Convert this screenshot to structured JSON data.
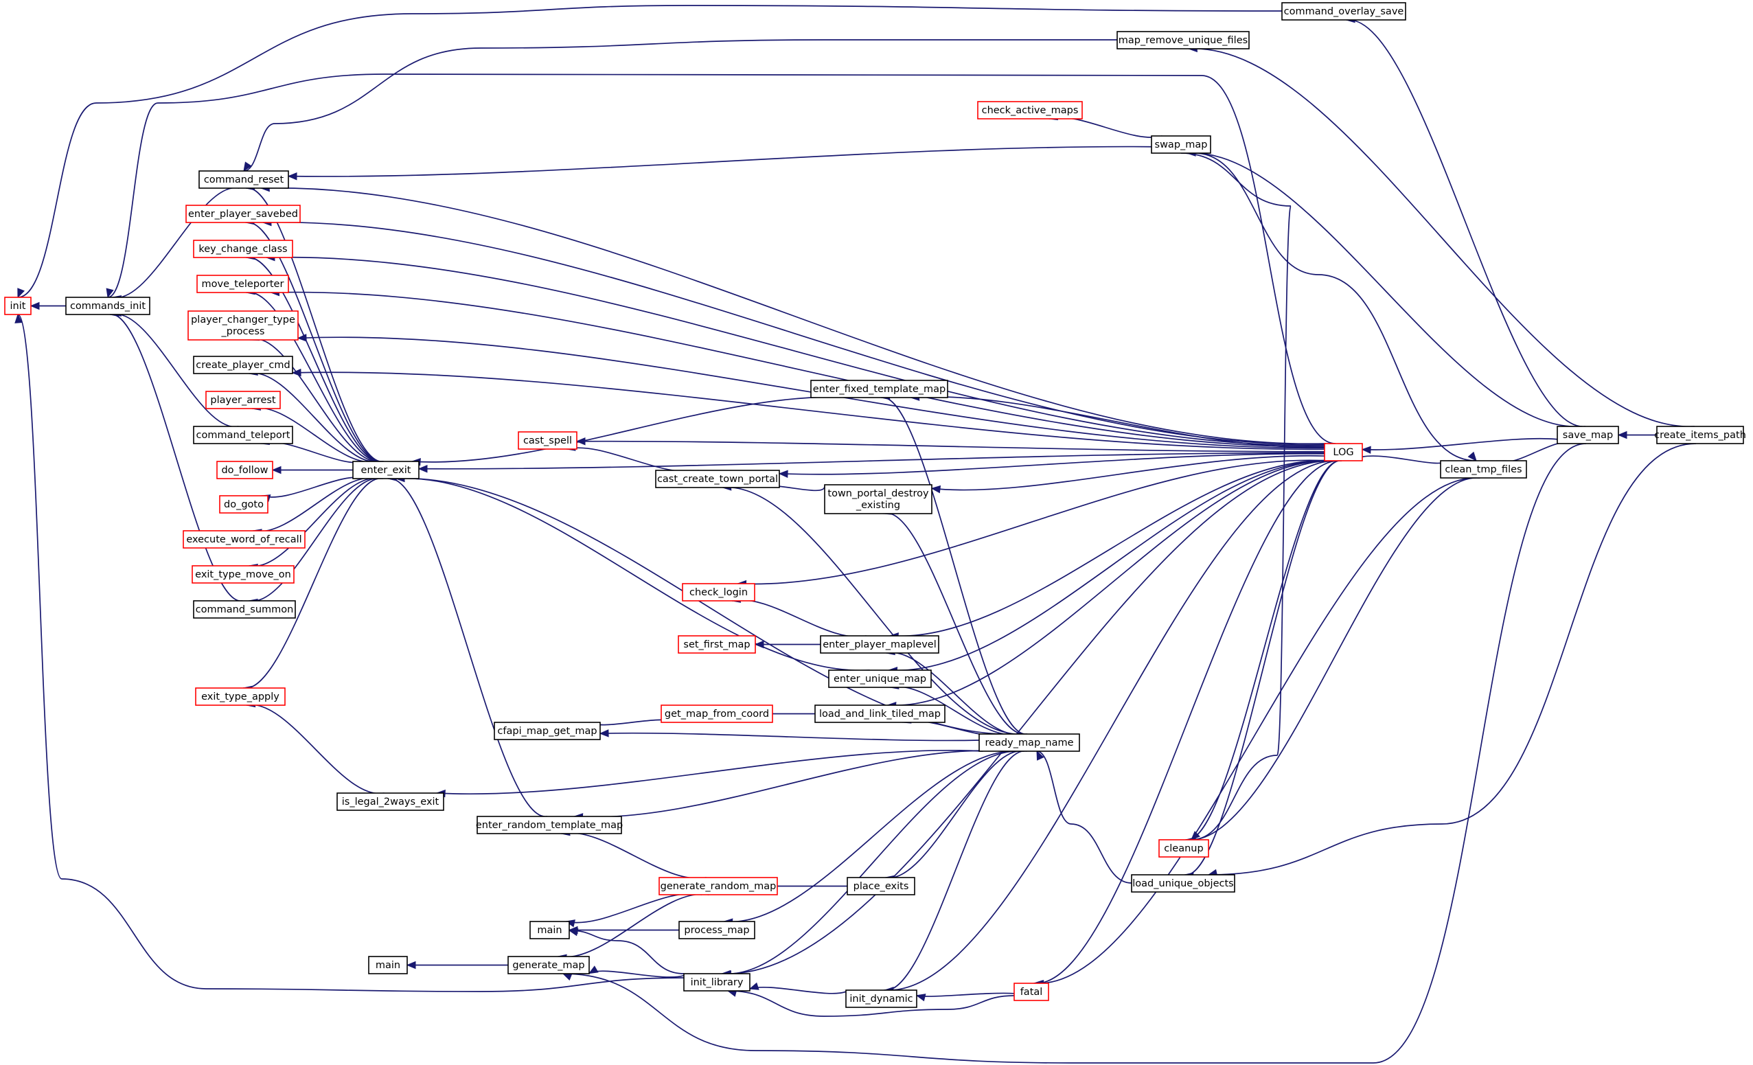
{
  "diagram": {
    "title": "",
    "colors": {
      "edge": "#191970",
      "border_default": "#000000",
      "border_truncated": "#ff0000",
      "root_fill": "#bfbfbf",
      "background": "#ffffff"
    },
    "nodes": [
      {
        "id": "create_items_path",
        "lines": [
          "create_items_path"
        ],
        "border": "black",
        "root": true
      },
      {
        "id": "save_map",
        "lines": [
          "save_map"
        ],
        "border": "black"
      },
      {
        "id": "LOG",
        "lines": [
          "LOG"
        ],
        "border": "red"
      },
      {
        "id": "clean_tmp_files",
        "lines": [
          "clean_tmp_files"
        ],
        "border": "black"
      },
      {
        "id": "command_overlay_save",
        "lines": [
          "command_overlay_save"
        ],
        "border": "black"
      },
      {
        "id": "map_remove_unique_files",
        "lines": [
          "map_remove_unique_files"
        ],
        "border": "black"
      },
      {
        "id": "check_active_maps",
        "lines": [
          "check_active_maps"
        ],
        "border": "red"
      },
      {
        "id": "swap_map",
        "lines": [
          "swap_map"
        ],
        "border": "black"
      },
      {
        "id": "command_reset",
        "lines": [
          "command_reset"
        ],
        "border": "black"
      },
      {
        "id": "enter_player_savebed",
        "lines": [
          "enter_player_savebed"
        ],
        "border": "red"
      },
      {
        "id": "key_change_class",
        "lines": [
          "key_change_class"
        ],
        "border": "red"
      },
      {
        "id": "init",
        "lines": [
          "init"
        ],
        "border": "red"
      },
      {
        "id": "commands_init",
        "lines": [
          "commands_init"
        ],
        "border": "black"
      },
      {
        "id": "move_teleporter",
        "lines": [
          "move_teleporter"
        ],
        "border": "red"
      },
      {
        "id": "player_changer_type_process",
        "lines": [
          "player_changer_type",
          "_process"
        ],
        "border": "red"
      },
      {
        "id": "create_player_cmd",
        "lines": [
          "create_player_cmd"
        ],
        "border": "black"
      },
      {
        "id": "enter_fixed_template_map",
        "lines": [
          "enter_fixed_template_map"
        ],
        "border": "black"
      },
      {
        "id": "player_arrest",
        "lines": [
          "player_arrest"
        ],
        "border": "red"
      },
      {
        "id": "command_teleport",
        "lines": [
          "command_teleport"
        ],
        "border": "black"
      },
      {
        "id": "cast_spell",
        "lines": [
          "cast_spell"
        ],
        "border": "red"
      },
      {
        "id": "enter_exit",
        "lines": [
          "enter_exit"
        ],
        "border": "black"
      },
      {
        "id": "do_follow",
        "lines": [
          "do_follow"
        ],
        "border": "red"
      },
      {
        "id": "cast_create_town_portal",
        "lines": [
          "cast_create_town_portal"
        ],
        "border": "black"
      },
      {
        "id": "town_portal_destroy_existing",
        "lines": [
          "town_portal_destroy",
          "_existing"
        ],
        "border": "black"
      },
      {
        "id": "do_goto",
        "lines": [
          "do_goto"
        ],
        "border": "red"
      },
      {
        "id": "execute_word_of_recall",
        "lines": [
          "execute_word_of_recall"
        ],
        "border": "red"
      },
      {
        "id": "exit_type_move_on",
        "lines": [
          "exit_type_move_on"
        ],
        "border": "red"
      },
      {
        "id": "check_login",
        "lines": [
          "check_login"
        ],
        "border": "red"
      },
      {
        "id": "command_summon",
        "lines": [
          "command_summon"
        ],
        "border": "black"
      },
      {
        "id": "set_first_map",
        "lines": [
          "set_first_map"
        ],
        "border": "red"
      },
      {
        "id": "enter_player_maplevel",
        "lines": [
          "enter_player_maplevel"
        ],
        "border": "black"
      },
      {
        "id": "enter_unique_map",
        "lines": [
          "enter_unique_map"
        ],
        "border": "black"
      },
      {
        "id": "exit_type_apply",
        "lines": [
          "exit_type_apply"
        ],
        "border": "red"
      },
      {
        "id": "get_map_from_coord",
        "lines": [
          "get_map_from_coord"
        ],
        "border": "red"
      },
      {
        "id": "load_and_link_tiled_map",
        "lines": [
          "load_and_link_tiled_map"
        ],
        "border": "black"
      },
      {
        "id": "cfapi_map_get_map",
        "lines": [
          "cfapi_map_get_map"
        ],
        "border": "black"
      },
      {
        "id": "ready_map_name",
        "lines": [
          "ready_map_name"
        ],
        "border": "black"
      },
      {
        "id": "is_legal_2ways_exit",
        "lines": [
          "is_legal_2ways_exit"
        ],
        "border": "black"
      },
      {
        "id": "enter_random_template_map",
        "lines": [
          "enter_random_template_map"
        ],
        "border": "black"
      },
      {
        "id": "cleanup",
        "lines": [
          "cleanup"
        ],
        "border": "red"
      },
      {
        "id": "load_unique_objects",
        "lines": [
          "load_unique_objects"
        ],
        "border": "black"
      },
      {
        "id": "generate_random_map",
        "lines": [
          "generate_random_map"
        ],
        "border": "red"
      },
      {
        "id": "place_exits",
        "lines": [
          "place_exits"
        ],
        "border": "black"
      },
      {
        "id": "main_a",
        "lines": [
          "main"
        ],
        "border": "black"
      },
      {
        "id": "process_map",
        "lines": [
          "process_map"
        ],
        "border": "black"
      },
      {
        "id": "main_b",
        "lines": [
          "main"
        ],
        "border": "black"
      },
      {
        "id": "generate_map",
        "lines": [
          "generate_map"
        ],
        "border": "black"
      },
      {
        "id": "init_library",
        "lines": [
          "init_library"
        ],
        "border": "black"
      },
      {
        "id": "fatal",
        "lines": [
          "fatal"
        ],
        "border": "red"
      },
      {
        "id": "init_dynamic",
        "lines": [
          "init_dynamic"
        ],
        "border": "black"
      }
    ],
    "edges": [
      {
        "from": "save_map",
        "to": "create_items_path"
      },
      {
        "from": "LOG",
        "to": "save_map"
      },
      {
        "from": "clean_tmp_files",
        "to": "save_map"
      },
      {
        "from": "command_overlay_save",
        "to": "save_map"
      },
      {
        "from": "swap_map",
        "to": "save_map"
      },
      {
        "from": "map_remove_unique_files",
        "to": "create_items_path"
      },
      {
        "from": "load_unique_objects",
        "to": "create_items_path"
      },
      {
        "from": "init",
        "to": "command_overlay_save"
      },
      {
        "from": "command_reset",
        "to": "map_remove_unique_files"
      },
      {
        "from": "check_active_maps",
        "to": "swap_map"
      },
      {
        "from": "command_reset",
        "to": "swap_map"
      },
      {
        "from": "commands_init",
        "to": "command_reset"
      },
      {
        "from": "init",
        "to": "commands_init"
      },
      {
        "from": "clean_tmp_files",
        "to": "LOG"
      },
      {
        "from": "generate_map",
        "to": "save_map"
      },
      {
        "from": "command_reset",
        "to": "LOG"
      },
      {
        "from": "enter_player_savebed",
        "to": "LOG"
      },
      {
        "from": "key_change_class",
        "to": "LOG"
      },
      {
        "from": "move_teleporter",
        "to": "LOG"
      },
      {
        "from": "player_changer_type_process",
        "to": "LOG"
      },
      {
        "from": "create_player_cmd",
        "to": "LOG"
      },
      {
        "from": "enter_fixed_template_map",
        "to": "LOG"
      },
      {
        "from": "cast_spell",
        "to": "LOG"
      },
      {
        "from": "cast_create_town_portal",
        "to": "LOG"
      },
      {
        "from": "town_portal_destroy_existing",
        "to": "LOG"
      },
      {
        "from": "enter_exit",
        "to": "LOG"
      },
      {
        "from": "check_login",
        "to": "LOG"
      },
      {
        "from": "enter_player_maplevel",
        "to": "LOG"
      },
      {
        "from": "enter_unique_map",
        "to": "LOG"
      },
      {
        "from": "load_and_link_tiled_map",
        "to": "LOG"
      },
      {
        "from": "cleanup",
        "to": "LOG"
      },
      {
        "from": "load_unique_objects",
        "to": "LOG"
      },
      {
        "from": "init_library",
        "to": "LOG"
      },
      {
        "from": "init_dynamic",
        "to": "LOG"
      },
      {
        "from": "commands_init",
        "to": "LOG"
      },
      {
        "from": "cleanup",
        "to": "clean_tmp_files"
      },
      {
        "from": "fatal",
        "to": "clean_tmp_files"
      },
      {
        "from": "command_reset",
        "to": "enter_exit"
      },
      {
        "from": "enter_player_savebed",
        "to": "enter_exit"
      },
      {
        "from": "key_change_class",
        "to": "enter_exit"
      },
      {
        "from": "move_teleporter",
        "to": "enter_exit"
      },
      {
        "from": "player_changer_type_process",
        "to": "enter_exit"
      },
      {
        "from": "create_player_cmd",
        "to": "enter_exit"
      },
      {
        "from": "player_arrest",
        "to": "enter_exit"
      },
      {
        "from": "command_teleport",
        "to": "enter_exit"
      },
      {
        "from": "do_follow",
        "to": "enter_exit"
      },
      {
        "from": "do_goto",
        "to": "enter_exit"
      },
      {
        "from": "execute_word_of_recall",
        "to": "enter_exit"
      },
      {
        "from": "exit_type_move_on",
        "to": "enter_exit"
      },
      {
        "from": "command_summon",
        "to": "enter_exit"
      },
      {
        "from": "exit_type_apply",
        "to": "enter_exit"
      },
      {
        "from": "commands_init",
        "to": "command_teleport"
      },
      {
        "from": "commands_init",
        "to": "command_summon"
      },
      {
        "from": "enter_exit",
        "to": "enter_fixed_template_map"
      },
      {
        "from": "enter_exit",
        "to": "enter_unique_map"
      },
      {
        "from": "enter_exit",
        "to": "enter_random_template_map"
      },
      {
        "from": "cast_spell",
        "to": "cast_create_town_portal"
      },
      {
        "from": "cast_create_town_portal",
        "to": "town_portal_destroy_existing"
      },
      {
        "from": "check_login",
        "to": "enter_player_maplevel"
      },
      {
        "from": "set_first_map",
        "to": "enter_player_maplevel"
      },
      {
        "from": "cfapi_map_get_map",
        "to": "get_map_from_coord"
      },
      {
        "from": "get_map_from_coord",
        "to": "load_and_link_tiled_map"
      },
      {
        "from": "enter_fixed_template_map",
        "to": "ready_map_name"
      },
      {
        "from": "cast_create_town_portal",
        "to": "ready_map_name"
      },
      {
        "from": "town_portal_destroy_existing",
        "to": "ready_map_name"
      },
      {
        "from": "enter_player_maplevel",
        "to": "ready_map_name"
      },
      {
        "from": "enter_unique_map",
        "to": "ready_map_name"
      },
      {
        "from": "load_and_link_tiled_map",
        "to": "ready_map_name"
      },
      {
        "from": "cfapi_map_get_map",
        "to": "ready_map_name"
      },
      {
        "from": "enter_exit",
        "to": "ready_map_name"
      },
      {
        "from": "is_legal_2ways_exit",
        "to": "ready_map_name"
      },
      {
        "from": "enter_random_template_map",
        "to": "ready_map_name"
      },
      {
        "from": "place_exits",
        "to": "ready_map_name"
      },
      {
        "from": "process_map",
        "to": "ready_map_name"
      },
      {
        "from": "init_library",
        "to": "ready_map_name"
      },
      {
        "from": "init_dynamic",
        "to": "ready_map_name"
      },
      {
        "from": "exit_type_apply",
        "to": "is_legal_2ways_exit"
      },
      {
        "from": "ready_map_name",
        "to": "load_unique_objects"
      },
      {
        "from": "enter_random_template_map",
        "to": "generate_random_map"
      },
      {
        "from": "generate_random_map",
        "to": "place_exits"
      },
      {
        "from": "main_a",
        "to": "generate_random_map"
      },
      {
        "from": "generate_map",
        "to": "generate_random_map"
      },
      {
        "from": "main_a",
        "to": "process_map"
      },
      {
        "from": "main_b",
        "to": "generate_map"
      },
      {
        "from": "main_a",
        "to": "init_library"
      },
      {
        "from": "generate_map",
        "to": "init_library"
      },
      {
        "from": "init",
        "to": "init_library"
      },
      {
        "from": "init_library",
        "to": "init_dynamic"
      },
      {
        "from": "init_library",
        "to": "fatal"
      },
      {
        "from": "init_dynamic",
        "to": "fatal"
      },
      {
        "from": "fatal",
        "to": "LOG"
      },
      {
        "from": "cleanup",
        "to": "swap_map"
      },
      {
        "from": "clean_tmp_files",
        "to": "swap_map"
      }
    ]
  }
}
